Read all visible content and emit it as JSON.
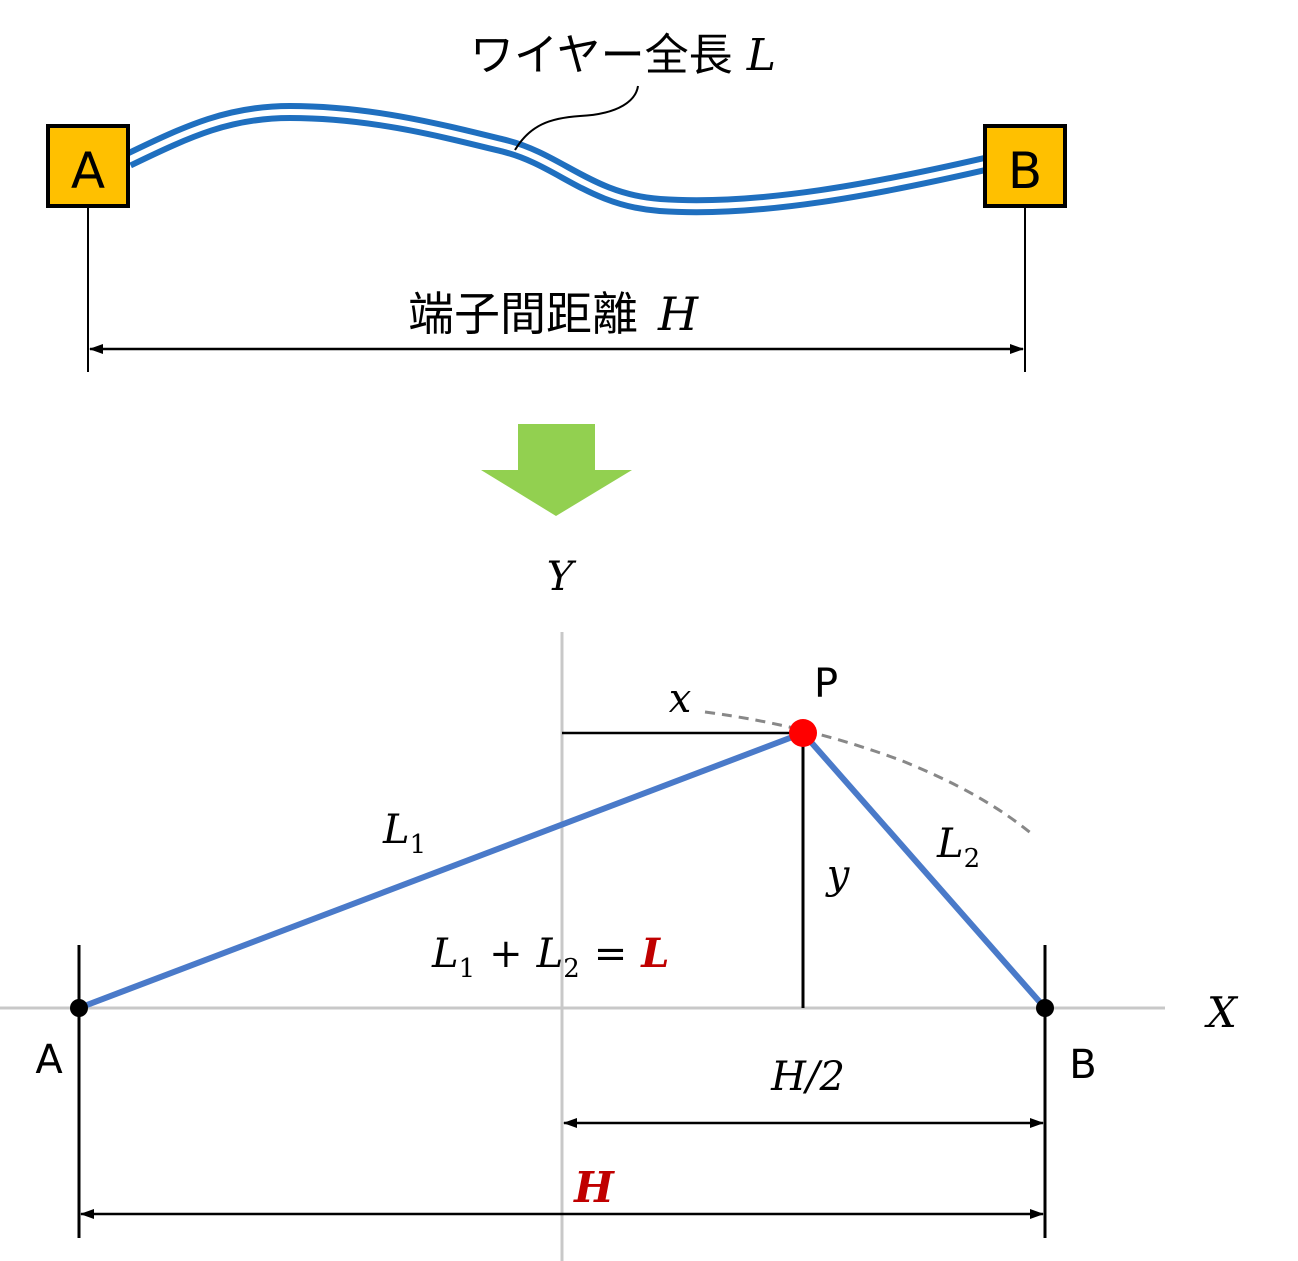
{
  "colors": {
    "wire_blue": "#1f6fbf",
    "segment_blue": "#4a7ac9",
    "box_fill": "#ffc000",
    "arrow_green": "#92d050",
    "point_red": "#ff0000",
    "accent_red": "#c00000",
    "axis_gray": "#c8c8c8",
    "arc_gray": "#888888"
  },
  "top": {
    "wire_label_text": "ワイヤー全長",
    "wire_label_var": "L",
    "terminal_a": "A",
    "terminal_b": "B",
    "distance_label_text": "端子間距離",
    "distance_label_var": "H"
  },
  "transition_arrow": {
    "icon": "down-arrow-icon"
  },
  "bottom": {
    "y_axis_label": "Y",
    "x_axis_label": "X",
    "point_p": "P",
    "point_a": "A",
    "point_b": "B",
    "x_label": "x",
    "y_label": "y",
    "l1_main": "L",
    "l1_sub": "1",
    "l2_main": "L",
    "l2_sub": "2",
    "equation": {
      "l1": "L",
      "l1_sub": "1",
      "plus": "+",
      "l2": "L",
      "l2_sub": "2",
      "equals": "=",
      "result": "L"
    },
    "half_h_label": "H/2",
    "h_label": "H"
  }
}
